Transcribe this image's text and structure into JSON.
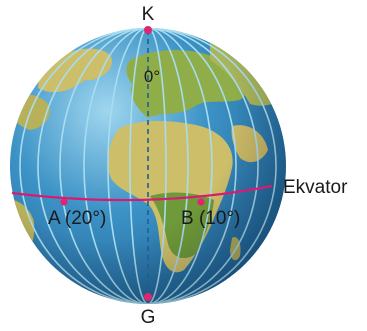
{
  "labels": {
    "north_pole": "K",
    "south_pole": "G",
    "prime_meridian": "0°",
    "equator": "Ekvator",
    "point_a": "A (20°)",
    "point_b": "B (10°)"
  },
  "colors": {
    "ocean": "#2a7fb7",
    "ocean_light": "#8ccbe8",
    "land": "#cdbf6a",
    "land_green": "#6f9a3a",
    "grid": "#a8dcef",
    "equator": "#d81b72",
    "marker": "#e0246f",
    "text": "#1a1a1a"
  },
  "icons": {
    "pole_marker": "circle-marker",
    "point_marker": "circle-marker"
  }
}
